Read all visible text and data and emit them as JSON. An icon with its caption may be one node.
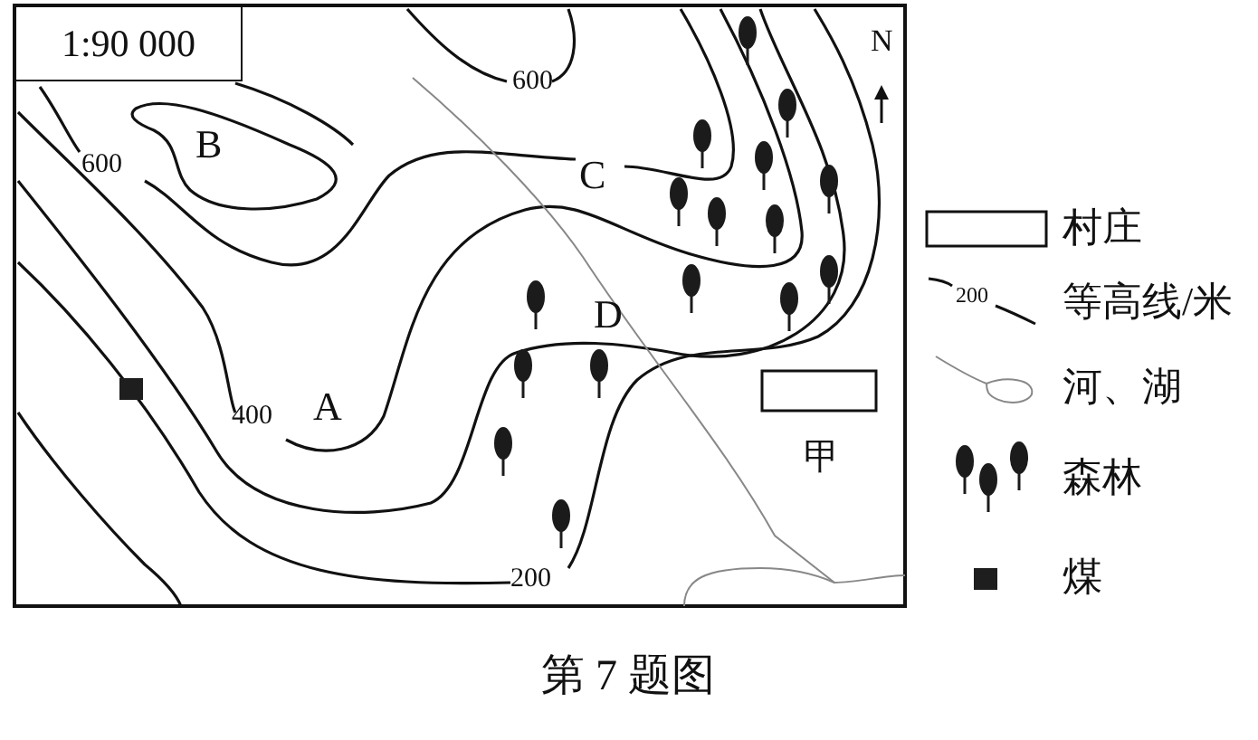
{
  "diagram": {
    "caption": "第 7 题图",
    "nodes": [
      {
        "text": [
          "1:90 000"
        ]
      }
    ],
    "edges": [],
    "labels": [
      "N",
      "600",
      "600",
      "B",
      "C",
      "D",
      "400",
      "A",
      "甲",
      "200",
      "200"
    ],
    "legend": [
      {
        "text": "村庄"
      },
      {
        "text": "等高线/米"
      },
      {
        "text": "河、湖"
      },
      {
        "text": "森林"
      },
      {
        "text": "煤",
        "color": "#1e1e1e"
      }
    ]
  }
}
